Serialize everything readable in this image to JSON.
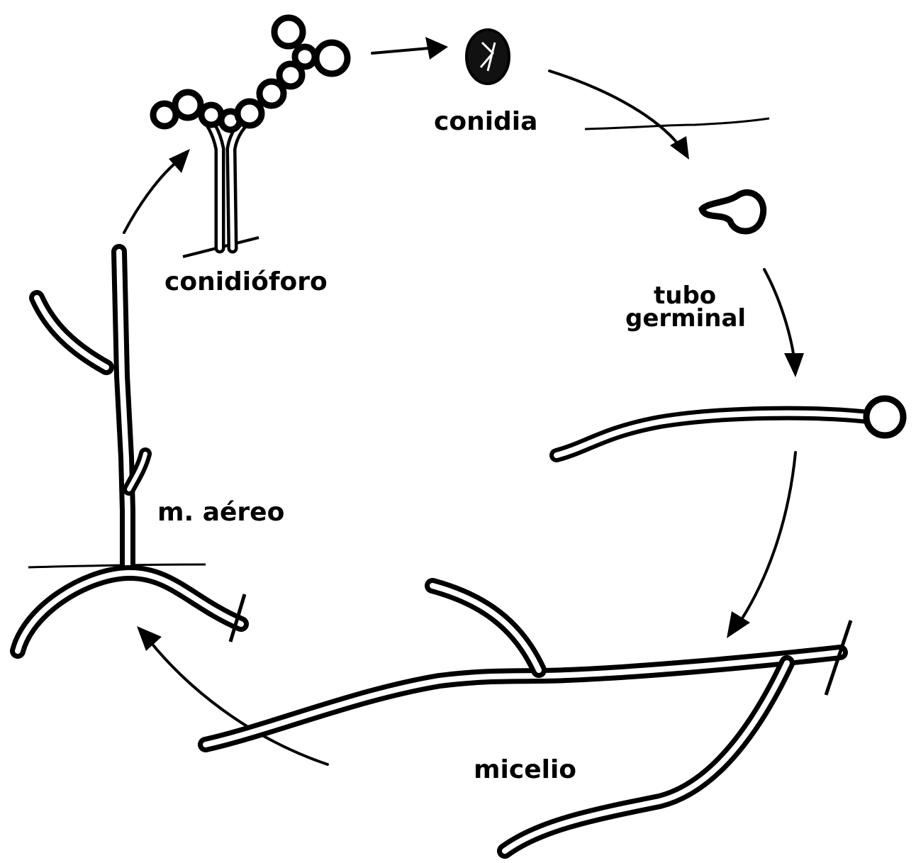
{
  "labels": {
    "conidia": "conidia",
    "conidioforo": "conidióforo",
    "tubo": "tubo",
    "germinal": "germinal",
    "m_aereo": "m. aéreo",
    "micelio": "micelio"
  },
  "colors": {
    "ink": "#000000",
    "background": "#ffffff"
  }
}
